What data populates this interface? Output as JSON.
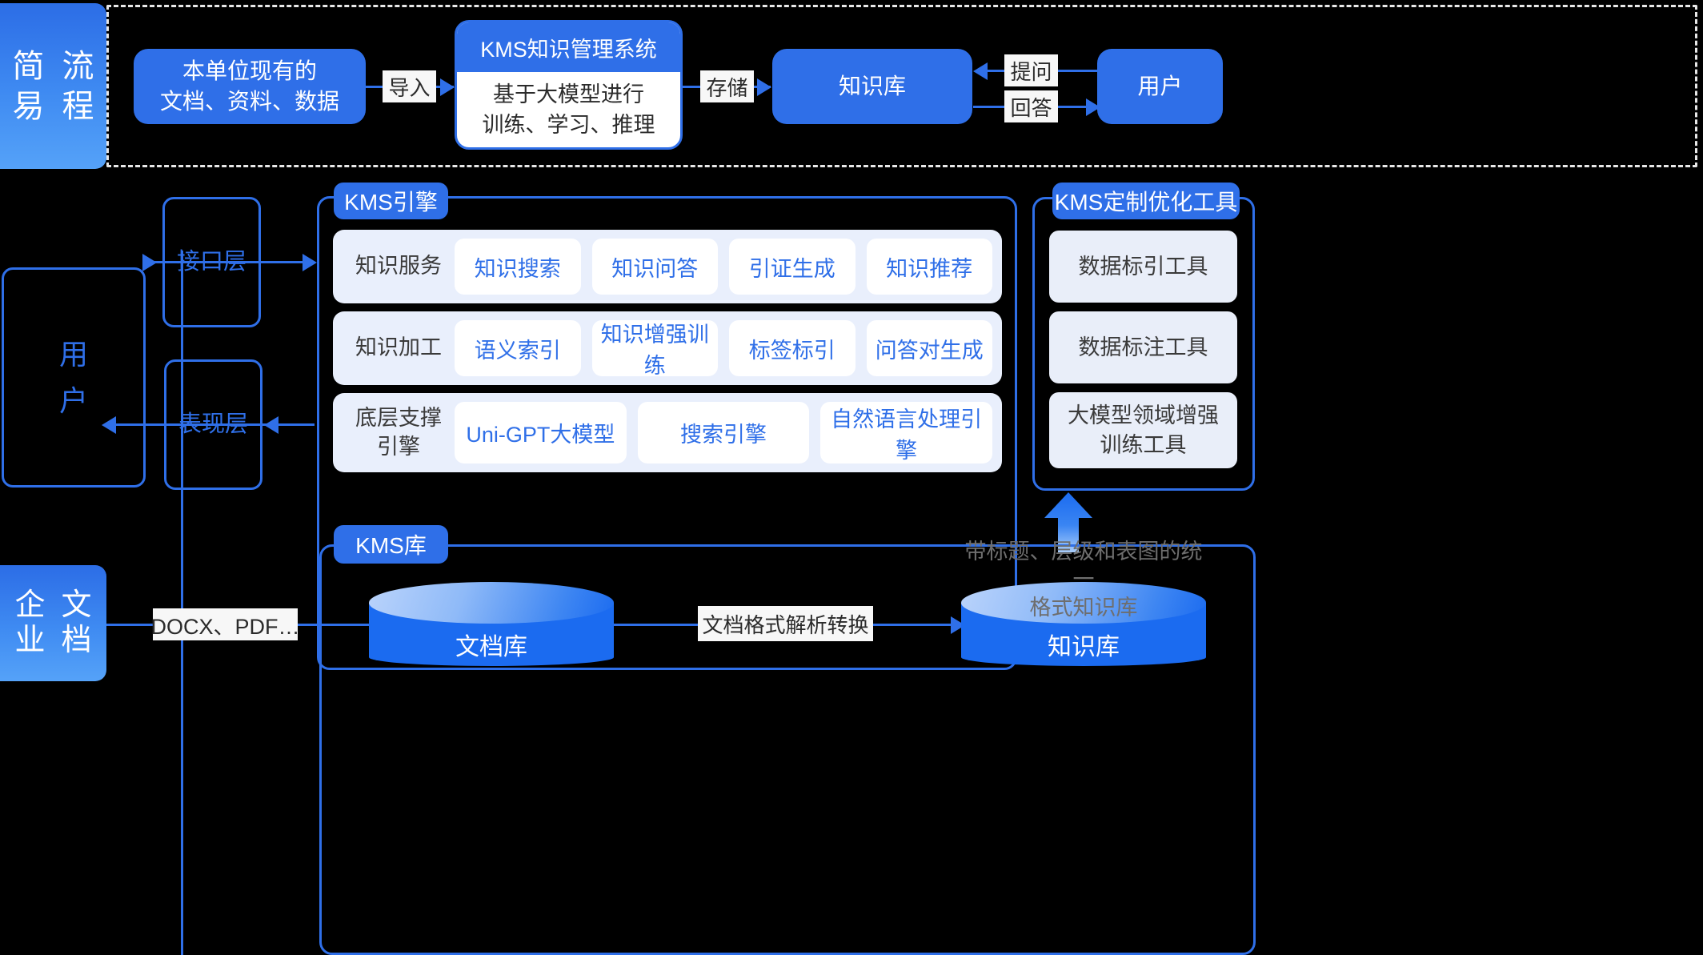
{
  "theme": {
    "background": "#000000",
    "primary_blue": "#2F6FE8",
    "cylinder_blue": "#1B6BF0",
    "row_tint": "#E9EFFC",
    "tool_tint": "#E9EEF9",
    "label_bg": "#F7F7F7",
    "dashed_border": "#E8E8E8",
    "ghost_text": "#6E6E6E"
  },
  "simple_flow": {
    "tab_label": "简易流程",
    "tab_chars": [
      "简",
      "流",
      "易",
      "程"
    ],
    "source_box": "本单位现有的\n文档、资料、数据",
    "source_line1": "本单位现有的",
    "source_line2": "文档、资料、数据",
    "import_label": "导入",
    "kms_system": {
      "header": "KMS知识管理系统",
      "body_line1": "基于大模型进行",
      "body_line2": "训练、学习、推理"
    },
    "store_label": "存储",
    "knowledge_base": "知识库",
    "ask_label": "提问",
    "answer_label": "回答",
    "user_box": "用户"
  },
  "architecture": {
    "user_column": {
      "label_chars": [
        "用",
        "户"
      ]
    },
    "layers": [
      {
        "name": "接口层"
      },
      {
        "name": "表现层"
      }
    ],
    "kms_engine": {
      "frame_label": "KMS引擎",
      "rows": [
        {
          "label": "知识服务",
          "label_lines": [
            "知识服务"
          ],
          "cells": [
            "知识搜索",
            "知识问答",
            "引证生成",
            "知识推荐"
          ]
        },
        {
          "label": "知识加工",
          "label_lines": [
            "知识加工"
          ],
          "cells": [
            "语义索引",
            "知识增强训练",
            "标签标引",
            "问答对生成"
          ]
        },
        {
          "label": "底层支撑引擎",
          "label_lines": [
            "底层支撑",
            "引擎"
          ],
          "cells": [
            "Uni-GPT大模型",
            "搜索引擎",
            "自然语言处理引擎"
          ]
        }
      ]
    },
    "custom_tools": {
      "frame_label": "KMS定制优化工具",
      "cards": [
        {
          "lines": [
            "数据标引工具"
          ]
        },
        {
          "lines": [
            "数据标注工具"
          ]
        },
        {
          "lines": [
            "大模型领域增强",
            "训练工具"
          ]
        }
      ]
    }
  },
  "data_layer": {
    "enterprise_tab": {
      "label": "企业文档",
      "chars": [
        "企",
        "文",
        "业",
        "档"
      ]
    },
    "formats_label": "DOCX、PDF…",
    "kms_store": {
      "frame_label": "KMS库",
      "doc_store": "文档库",
      "convert_label": "文档格式解析转换",
      "knowledge_store": "知识库",
      "ghost_note_line1": "带标题、层级和表图的统一",
      "ghost_note_line2": "格式知识库"
    }
  }
}
